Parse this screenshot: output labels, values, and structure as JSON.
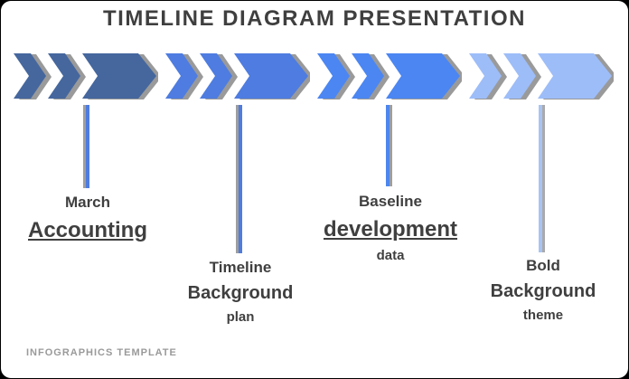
{
  "title": "TIMELINE DIAGRAM PRESENTATION",
  "watermark": "INFOGRAPHICS TEMPLATE",
  "colors": {
    "background": "#000000",
    "card": "#ffffff",
    "text": "#3f3f3f",
    "shadow": "#8f8f8f",
    "watermark": "#9a9a9a"
  },
  "milestones": [
    {
      "heading": "March",
      "title": "Accounting",
      "caption": "",
      "arrow_color": "#45679e",
      "line_color": "#4e7cdf",
      "line_shadow": "#9e9e9e"
    },
    {
      "heading": "Timeline",
      "title": "Background",
      "caption": "plan",
      "arrow_color": "#4e7ce0",
      "line_color": "#4e7cdf",
      "line_shadow": "#9e9e9e"
    },
    {
      "heading": "Baseline",
      "title": "development",
      "caption": "data",
      "arrow_color": "#4b86f2",
      "line_color": "#4e86ec",
      "line_shadow": "#9e9e9e"
    },
    {
      "heading": "Bold",
      "title": "Background",
      "caption": "theme",
      "arrow_color": "#9dbdf8",
      "line_color": "#a8c4f2",
      "line_shadow": "#aaaaaa"
    }
  ]
}
